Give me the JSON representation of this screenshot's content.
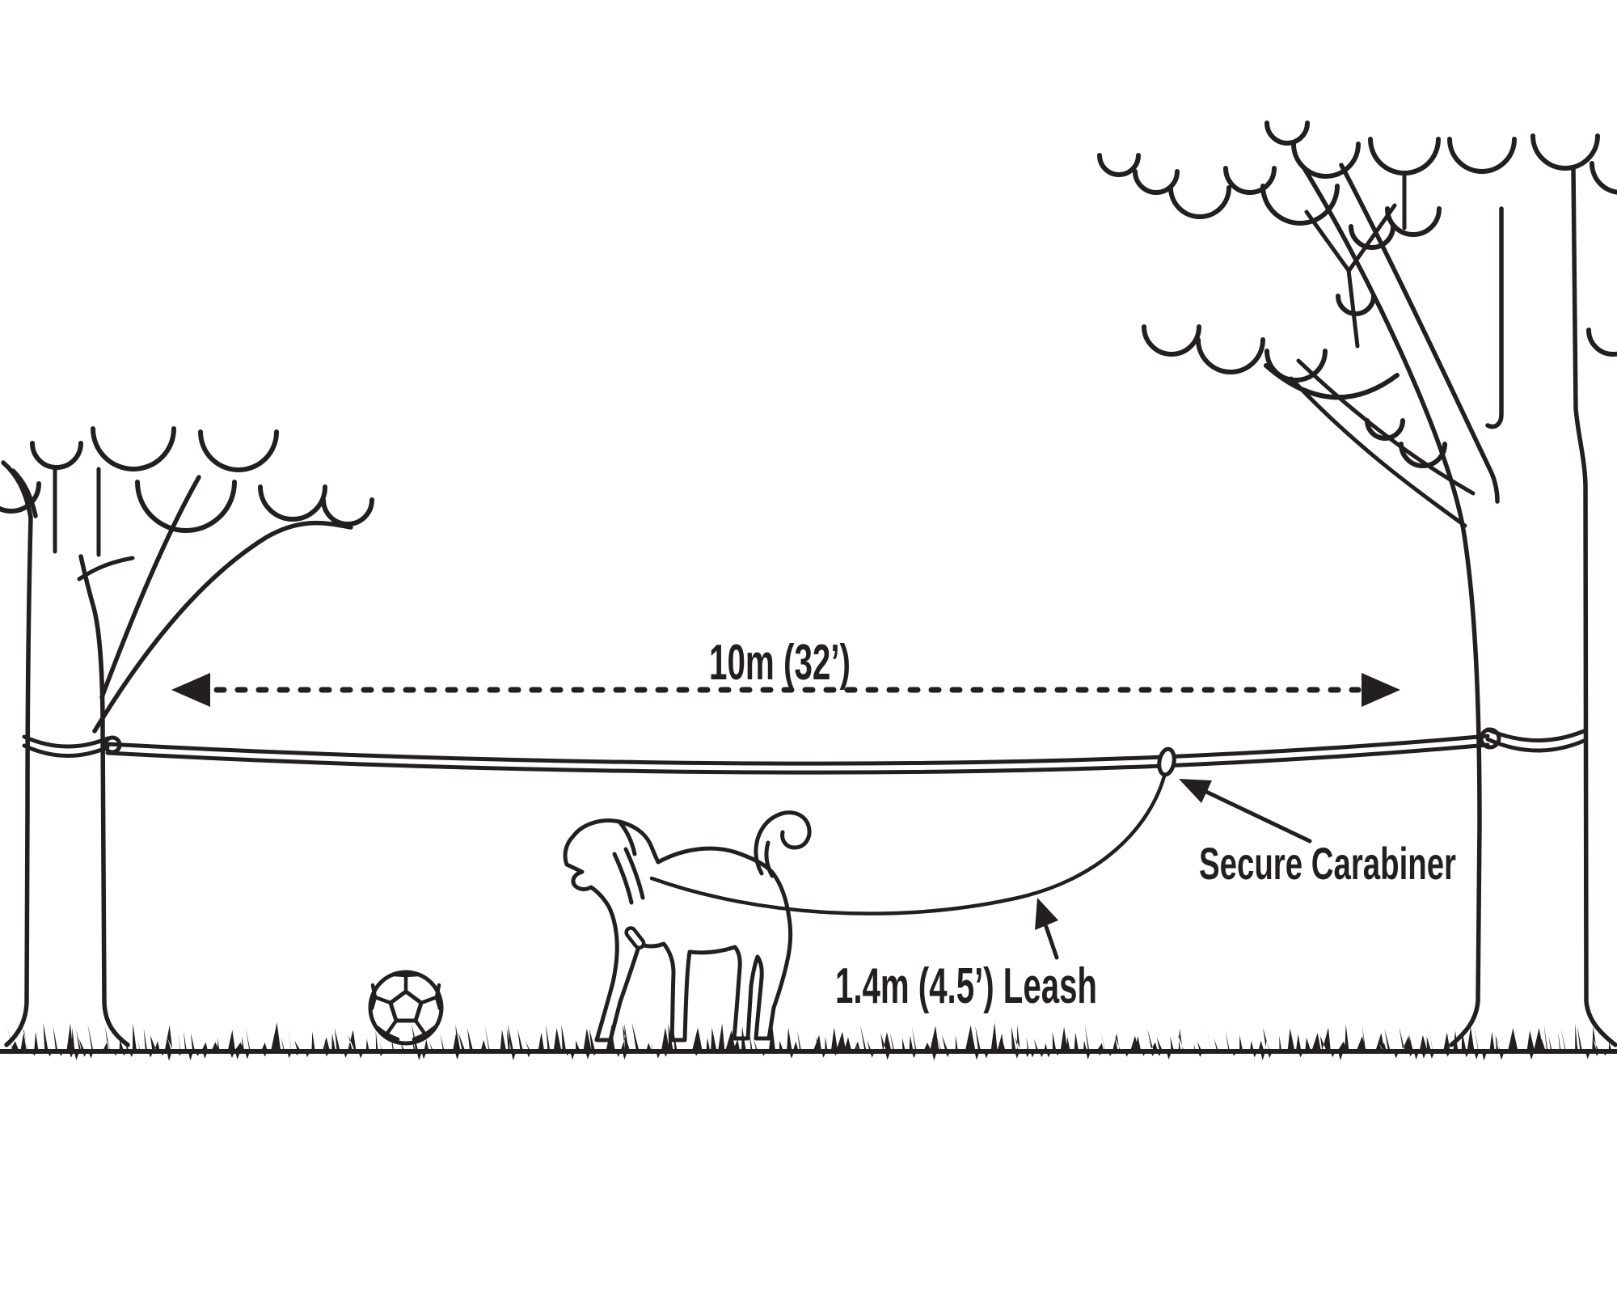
{
  "colors": {
    "ink": "#231f20",
    "background": "#ffffff"
  },
  "labels": {
    "distance": "10m (32’)",
    "carabiner": "Secure Carabiner",
    "leash": "1.4m (4.5’) Leash"
  }
}
